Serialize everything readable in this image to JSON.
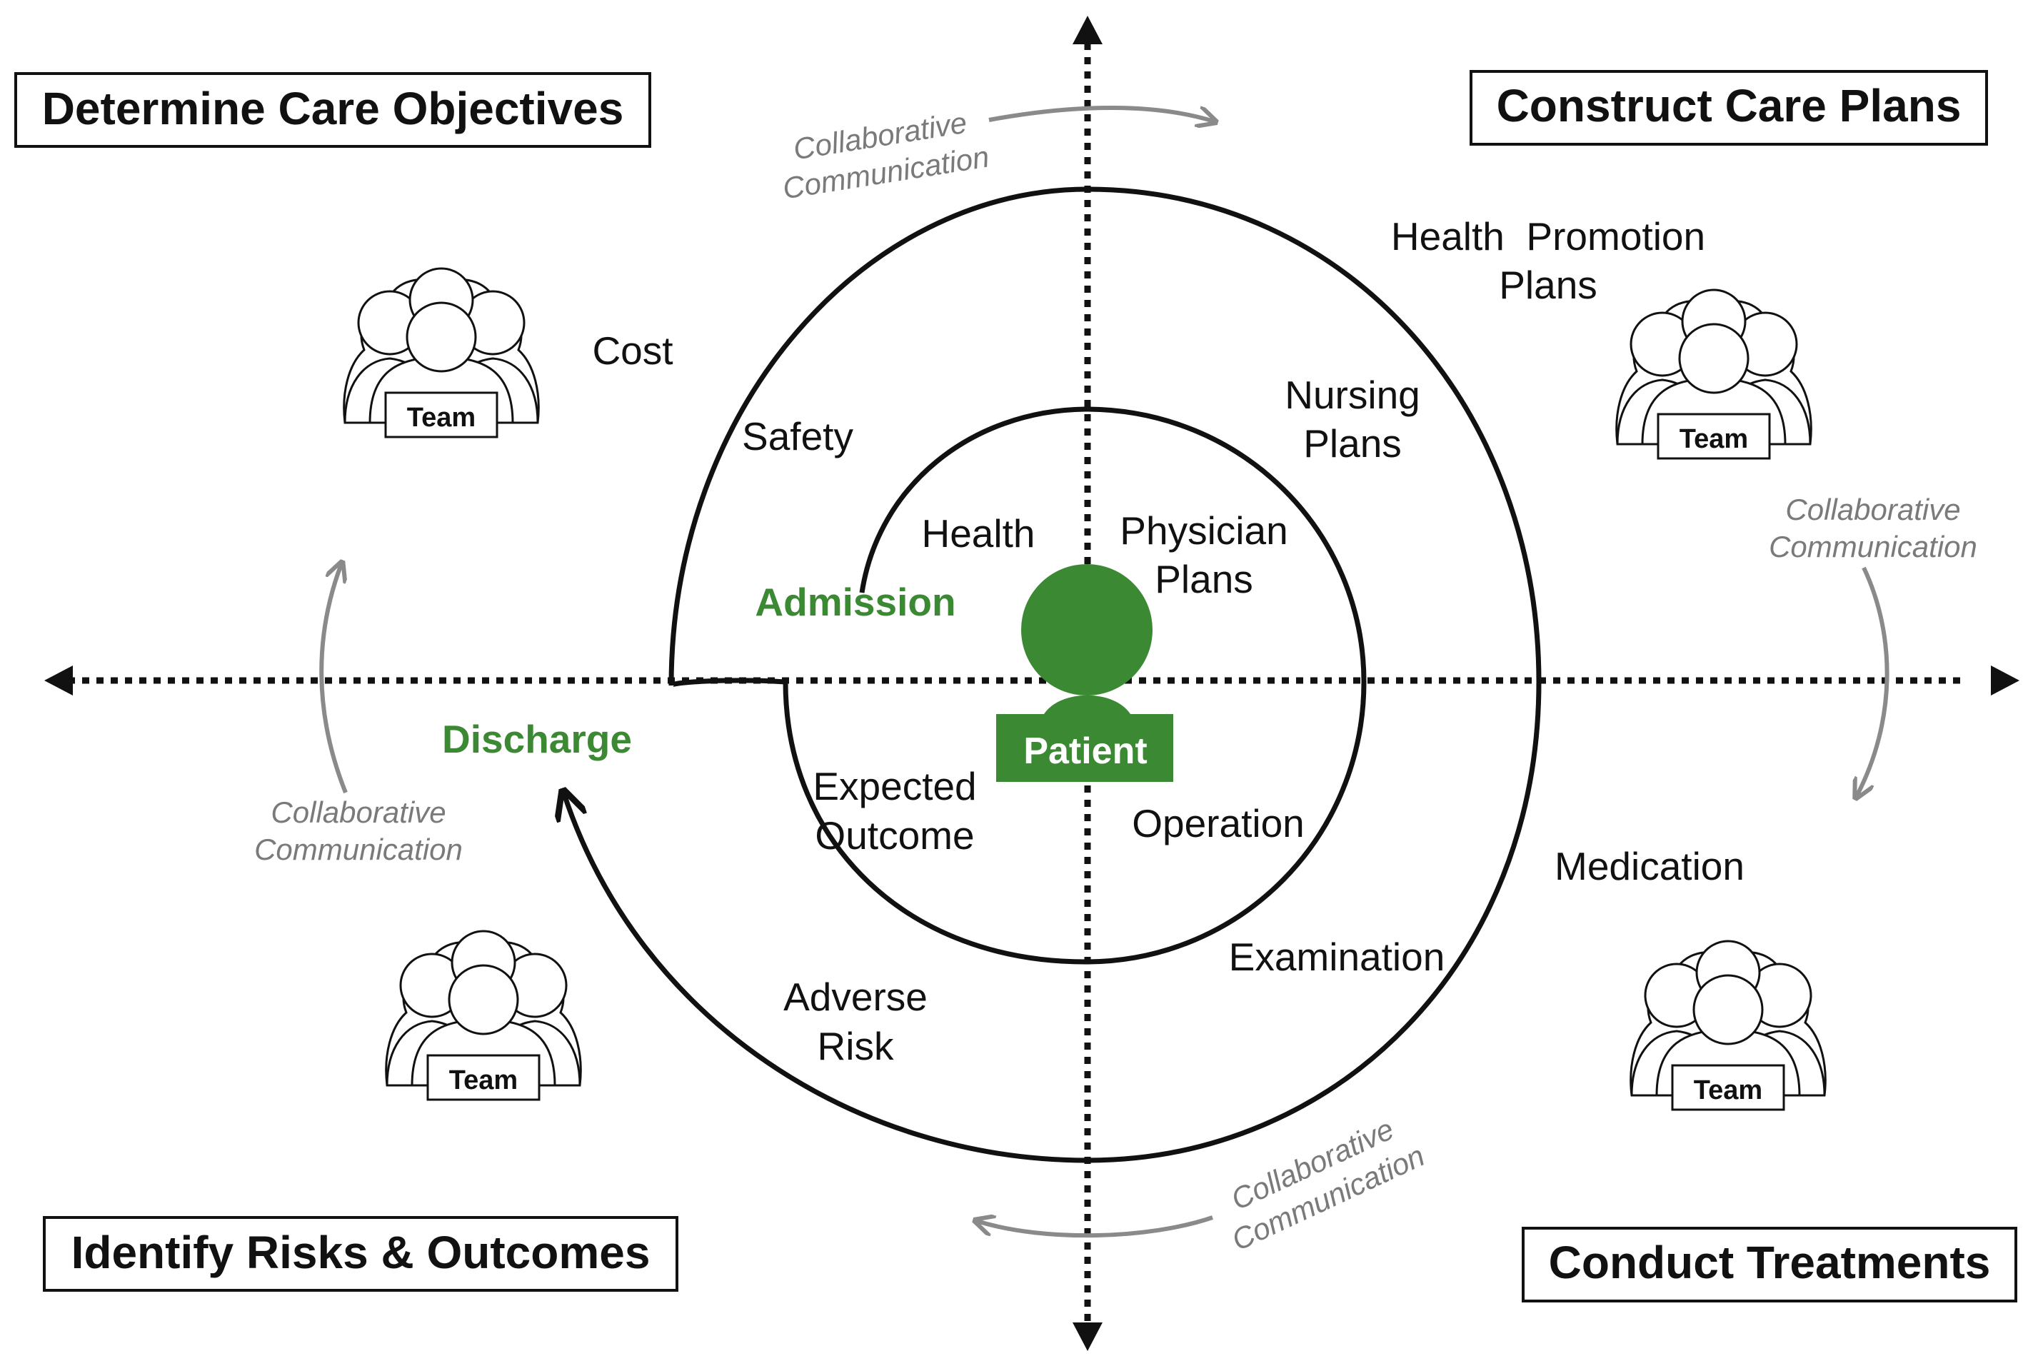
{
  "quadrants": {
    "top_left": "Determine Care Objectives",
    "top_right": "Construct Care Plans",
    "bottom_left": "Identify Risks & Outcomes",
    "bottom_right": "Conduct Treatments"
  },
  "center": {
    "patient": "Patient"
  },
  "milestones": {
    "admission": "Admission",
    "discharge": "Discharge"
  },
  "labels": {
    "cost": "Cost",
    "safety": "Safety",
    "health": "Health",
    "physician_plans": [
      "Physician",
      "Plans"
    ],
    "nursing_plans": [
      "Nursing",
      "Plans"
    ],
    "health_promotion_plans": [
      "Health  Promotion",
      "Plans"
    ],
    "expected_outcome": [
      "Expected",
      "Outcome"
    ],
    "operation": "Operation",
    "examination": "Examination",
    "medication": "Medication",
    "adverse_risk": [
      "Adverse",
      "Risk"
    ]
  },
  "communication": {
    "top": [
      "Collaborative",
      "Communication"
    ],
    "right": [
      "Collaborative",
      "Communication"
    ],
    "bottom": [
      "Collaborative",
      "Communication"
    ],
    "left": [
      "Collaborative",
      "Communication"
    ]
  },
  "team_label": "Team",
  "colors": {
    "accent_green": "#3b8a33",
    "comm_gray": "#7a7a7a",
    "ink": "#111111"
  }
}
